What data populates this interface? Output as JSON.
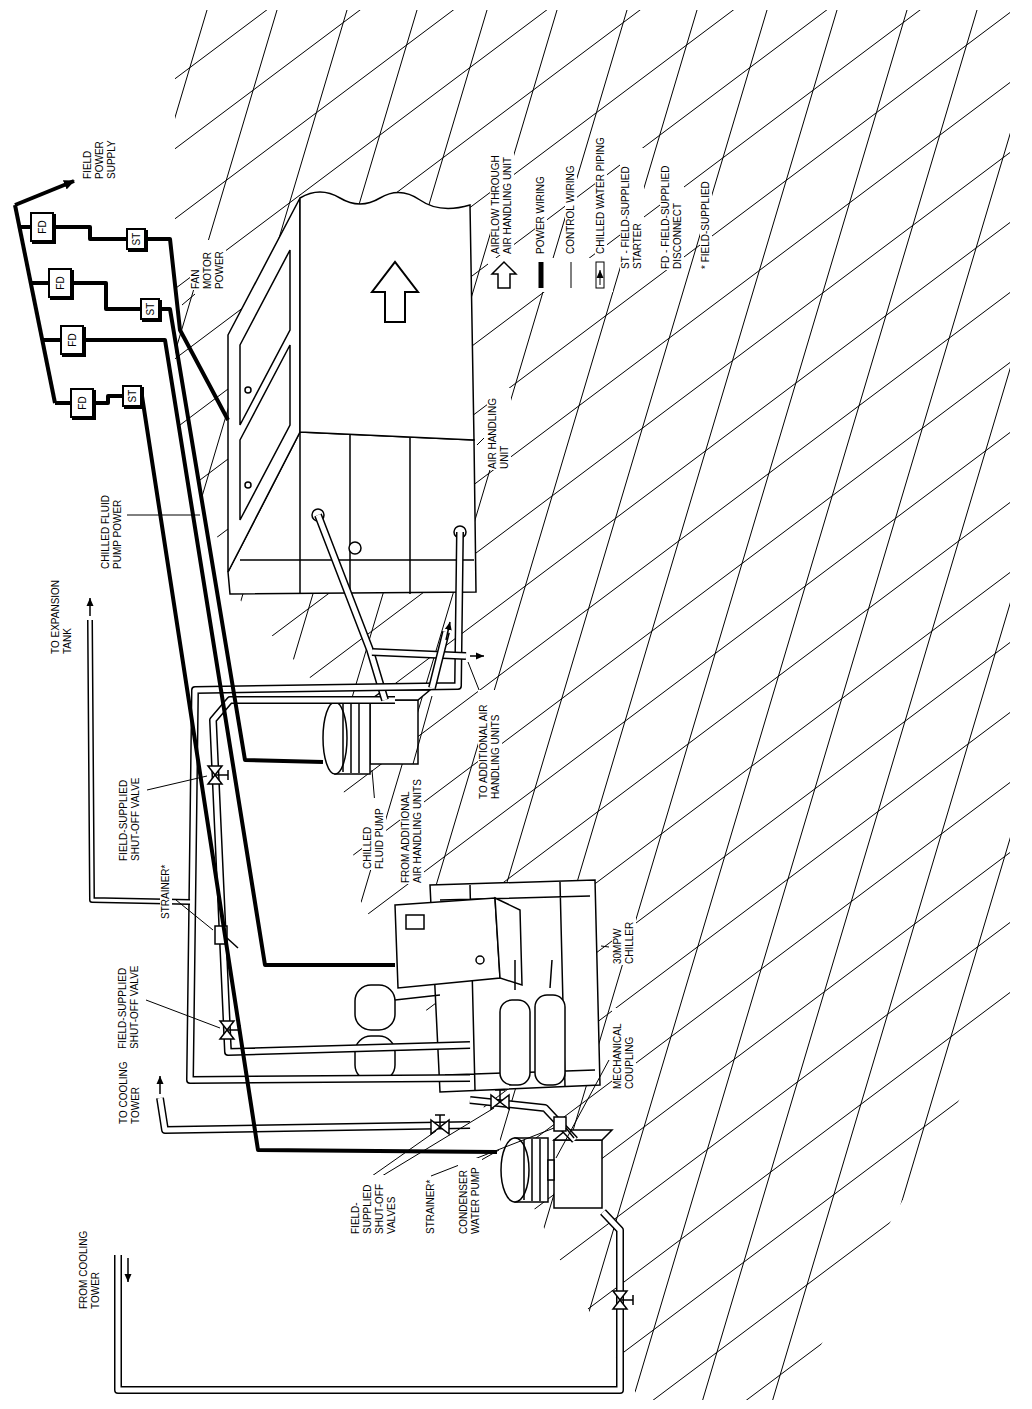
{
  "diagram": {
    "nodes": [
      {
        "text": [
          "FD"
        ]
      },
      {
        "text": [
          "FD"
        ]
      },
      {
        "text": [
          "FD"
        ]
      },
      {
        "text": [
          "FD"
        ]
      },
      {
        "text": [
          "ST"
        ]
      },
      {
        "text": [
          "ST"
        ]
      },
      {
        "text": [
          "ST"
        ]
      }
    ],
    "edges": [
      {
        "from": 0,
        "to": 4,
        "arrow": "none"
      },
      {
        "from": 1,
        "to": 5,
        "arrow": "none"
      },
      {
        "from": 3,
        "to": 6,
        "arrow": "none"
      }
    ],
    "labels": [
      "FIELD POWER SUPPLY",
      "FAN MOTOR POWER",
      "CHILLED FLUID PUMP POWER",
      "TO EXPANSION TANK",
      "FIELD-SUPPLIED SHUT-OFF VALVE",
      "STRAINER*",
      "FIELD-SUPPLIED SHUT-OFF VALVE",
      "TO COOLING TOWER",
      "FROM COOLING TOWER",
      "FIELD- SUPPLIED SHUT-OFF VALVES",
      "STRAINER*",
      "CONDENSER WATER PUMP",
      "MECHANICAL COUPLING",
      "30MPW CHILLER",
      "CHILLED FLUID PUMP",
      "FROM ADDITIONAL AIR HANDLING UNITS",
      "TO ADDITIONAL AIR HANDLING UNITS",
      "AIR HANDLING UNIT"
    ],
    "legend": [
      {
        "text": "AIRFLOW THROUGH AIR HANDLING UNIT"
      },
      {
        "text": "POWER WIRING"
      },
      {
        "text": "CONTROL WIRING"
      },
      {
        "text": "CHILLED WATER PIPING"
      },
      {
        "text": "ST - FIELD-SUPPLIED STARTER"
      },
      {
        "text": "FD - FIELD-SUPPLIED DISCONNECT"
      },
      {
        "text": "* FIELD-SUPPLIED"
      }
    ]
  }
}
